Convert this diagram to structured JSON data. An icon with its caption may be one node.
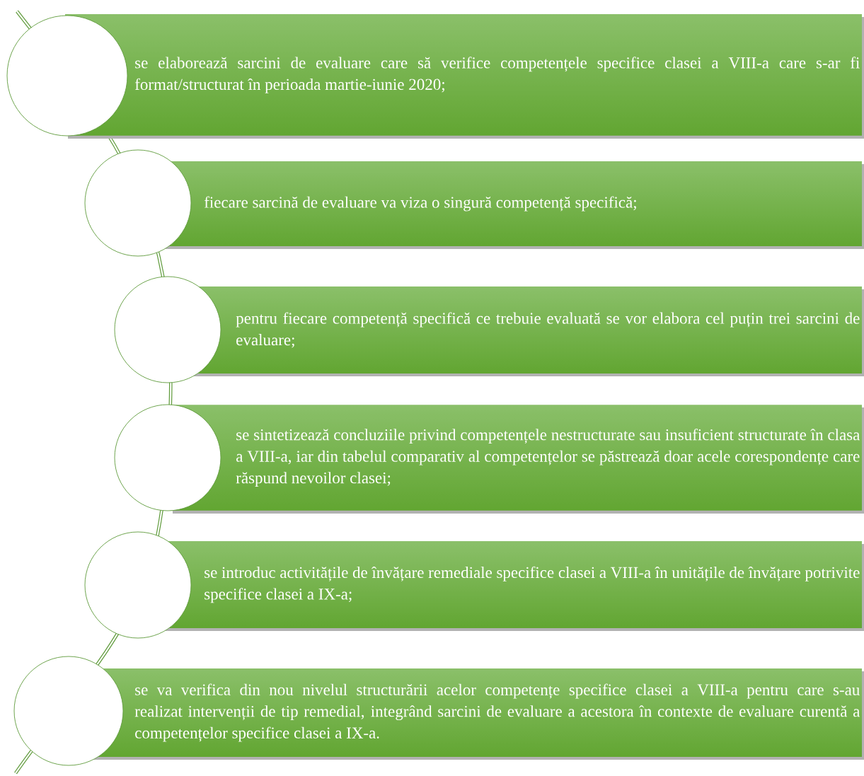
{
  "diagram": {
    "nodes": [
      {
        "text": [
          "se elaborează sarcini de evaluare care să verifice competențele specifice clasei a VIII-a care s-ar fi format/structurat în perioada martie-iunie 2020;"
        ]
      },
      {
        "text": [
          "fiecare sarcină de evaluare va viza o singură competență specifică;"
        ]
      },
      {
        "text": [
          "pentru fiecare competență specifică ce trebuie evaluată se vor elabora cel puțin trei sarcini de evaluare;"
        ]
      },
      {
        "text": [
          "se sintetizează concluziile privind competențele nestructurate sau insuficient structurate în clasa a VIII-a, iar din tabelul comparativ al competențelor se păstrează doar acele corespondențe care răspund nevoilor clasei;"
        ]
      },
      {
        "text": [
          "se introduc activitățile de învățare remediale specifice clasei a VIII-a în unitățile de învățare potrivite specifice clasei a IX-a;"
        ]
      },
      {
        "text": [
          "se va verifica din nou nivelul structurării acelor competențe specifice clasei a VIII-a pentru care s-au realizat intervenții de tip remedial, integrând sarcini de evaluare a acestora în contexte de evaluare curentă a competențelor specifice clasei a IX-a."
        ]
      },
      {
        "text": [],
        "shape": "circle"
      },
      {
        "text": [],
        "shape": "circle"
      },
      {
        "text": [],
        "shape": "circle"
      },
      {
        "text": [],
        "shape": "circle"
      },
      {
        "text": [],
        "shape": "circle"
      },
      {
        "text": [],
        "shape": "circle"
      }
    ]
  }
}
